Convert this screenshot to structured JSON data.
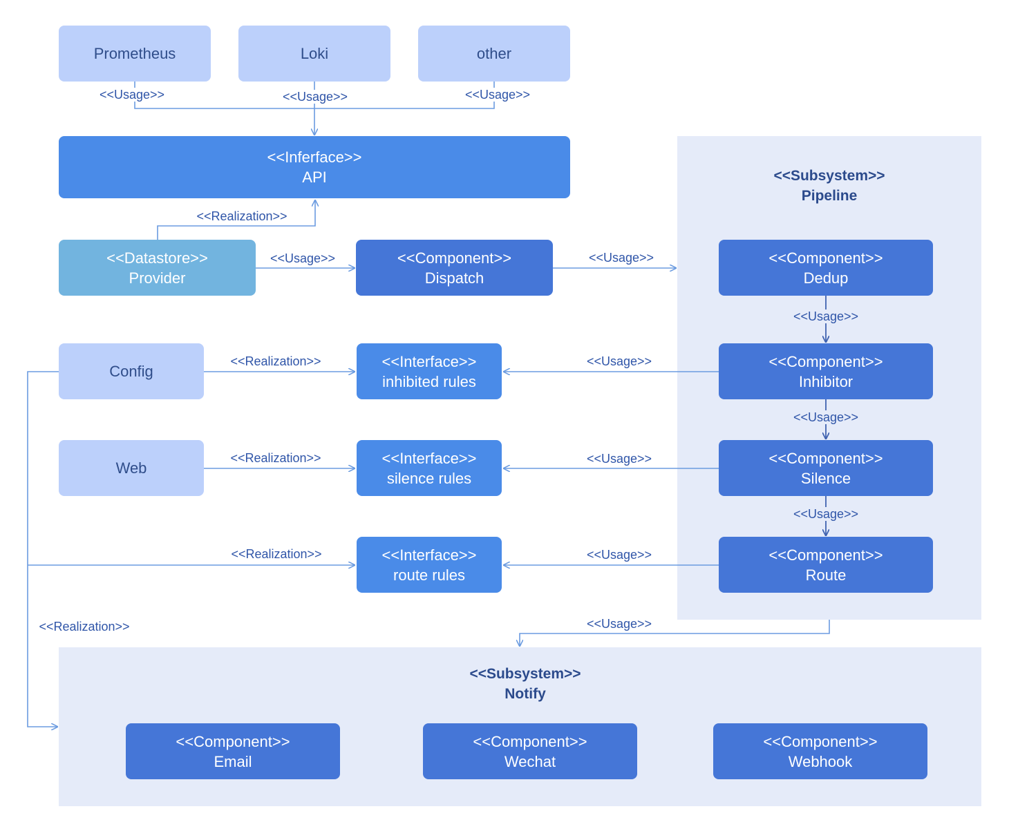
{
  "sources": {
    "prometheus": "Prometheus",
    "loki": "Loki",
    "other": "other"
  },
  "api": {
    "stereotype": "<<Inferface>>",
    "name": "API"
  },
  "provider": {
    "stereotype": "<<Datastore>>",
    "name": "Provider"
  },
  "dispatch": {
    "stereotype": "<<Component>>",
    "name": "Dispatch"
  },
  "pipeline": {
    "stereotype": "<<Subsystem>>",
    "name": "Pipeline",
    "dedup": {
      "stereotype": "<<Component>>",
      "name": "Dedup"
    },
    "inhibitor": {
      "stereotype": "<<Component>>",
      "name": "Inhibitor"
    },
    "silence": {
      "stereotype": "<<Component>>",
      "name": "Silence"
    },
    "route": {
      "stereotype": "<<Component>>",
      "name": "Route"
    }
  },
  "config": "Config",
  "web": "Web",
  "interfaces": {
    "inhibited": {
      "stereotype": "<<Interface>>",
      "name": "inhibited rules"
    },
    "silence": {
      "stereotype": "<<Interface>>",
      "name": "silence rules"
    },
    "route": {
      "stereotype": "<<Interface>>",
      "name": "route rules"
    }
  },
  "notify": {
    "stereotype": "<<Subsystem>>",
    "name": "Notify",
    "email": {
      "stereotype": "<<Component>>",
      "name": "Email"
    },
    "wechat": {
      "stereotype": "<<Component>>",
      "name": "Wechat"
    },
    "webhook": {
      "stereotype": "<<Component>>",
      "name": "Webhook"
    }
  },
  "labels": {
    "usage": "<<Usage>>",
    "realization": "<<Realization>>"
  },
  "colors": {
    "source_fill": "#bcd0fb",
    "interface_fill": "#4a8be8",
    "component_fill": "#4576d7",
    "datastore_fill": "#72b4df",
    "subsystem_fill": "#e5ebf9",
    "edge": "#6b9be0"
  }
}
